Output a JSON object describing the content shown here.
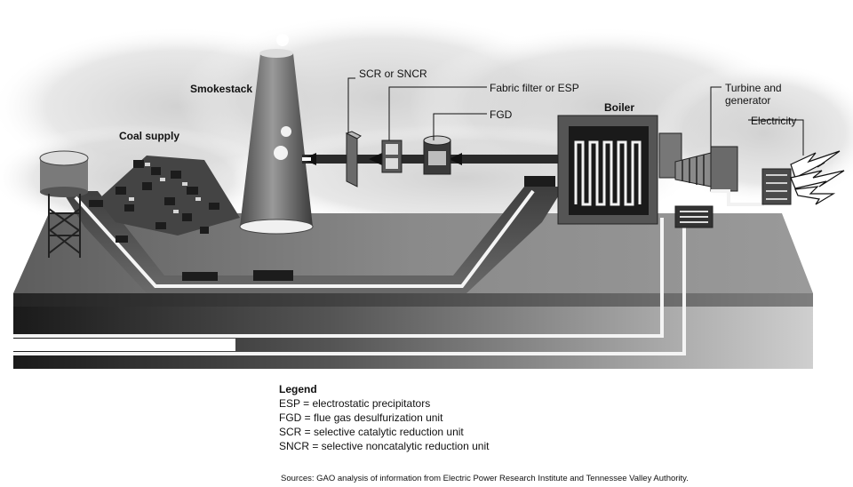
{
  "labels": {
    "smokestack": "Smokestack",
    "coal_supply": "Coal supply",
    "scr_sncr": "SCR or SNCR",
    "fabric_filter": "Fabric filter or ESP",
    "fgd": "FGD",
    "boiler": "Boiler",
    "turbine": "Turbine and generator",
    "electricity": "Electricity"
  },
  "legend": {
    "title": "Legend",
    "items": [
      "ESP = electrostatic precipitators",
      "FGD = flue gas desulfurization unit",
      "SCR = selective catalytic reduction unit",
      "SNCR = selective noncatalytic reduction unit"
    ]
  },
  "sources": "Sources: GAO analysis of information from Electric Power Research Institute and Tennessee Valley Authority."
}
